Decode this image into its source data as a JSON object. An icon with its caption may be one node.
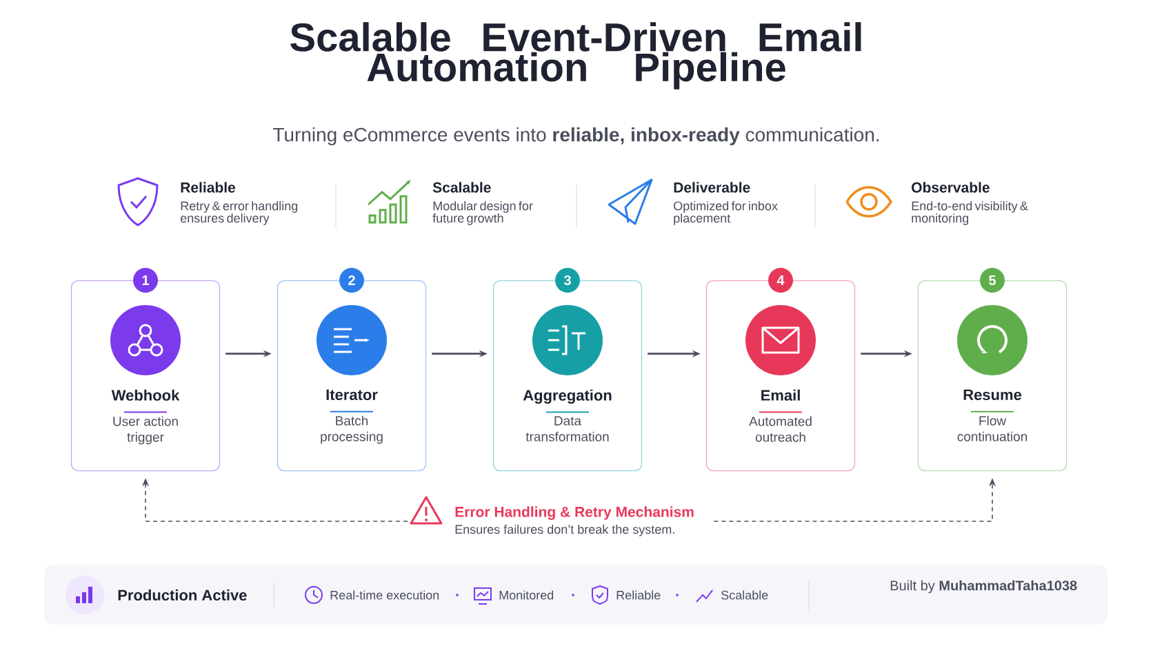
{
  "diagram": {
    "title": "Scalable Event-Driven Email Automation Pipeline",
    "nodes": [
      {
        "text": [
          "1",
          "Webhook",
          "User action trigger"
        ]
      },
      {
        "text": [
          "2",
          "Iterator",
          "Batch processing"
        ]
      },
      {
        "text": [
          "3",
          "Aggregation",
          "Data transformation"
        ]
      },
      {
        "text": [
          "4",
          "Email",
          "Automated outreach"
        ]
      },
      {
        "text": [
          "5",
          "Resume",
          "Flow continuation"
        ]
      },
      {
        "text": [
          "Error Handling & Retry Mechanism",
          "Ensures failures don’t break the system."
        ]
      }
    ],
    "edges": [
      {
        "from": 0,
        "to": 1,
        "arrow": "to"
      },
      {
        "from": 1,
        "to": 2,
        "arrow": "to"
      },
      {
        "from": 2,
        "to": 3,
        "arrow": "to"
      },
      {
        "from": 3,
        "to": 4,
        "arrow": "to"
      },
      {
        "from": 5,
        "to": 0,
        "arrow": "to",
        "style": "dashed"
      },
      {
        "from": 5,
        "to": 4,
        "arrow": "to",
        "style": "dashed"
      }
    ],
    "labels": [
      "Turning eCommerce events into **reliable, inbox-ready** communication.",
      "Reliable",
      "Retry & error handling ensures delivery",
      "Scalable",
      "Modular design for future growth",
      "Deliverable",
      "Optimized for inbox placement",
      "Observable",
      "End-to-end visibility & monitoring",
      "Production Active",
      "Real-time execution",
      "Monitored",
      "Reliable",
      "Scalable",
      "Built by **MuhammadTaha1038**"
    ]
  }
}
